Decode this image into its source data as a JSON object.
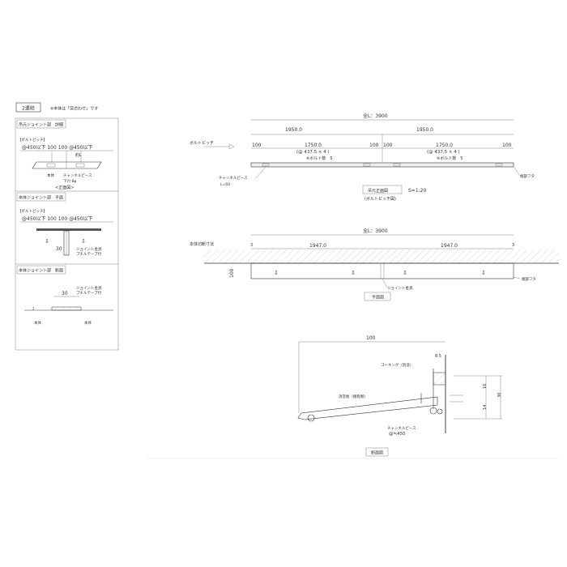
{
  "left_panel": {
    "joint_count": "2連結",
    "note": "※本体は「突合わせ」です",
    "detail1": {
      "title": "吊元ジョイント部　詳細",
      "pitch_label": "【ボルトピッチ】",
      "pitch_values": "@450以下 100 100 @450以下",
      "dim": "約L",
      "body": "本体",
      "channel": "チャンネルピース",
      "hole": "下穴:8φ",
      "view": "<正面図>"
    },
    "detail2": {
      "title": "本体ジョイント部　平面",
      "pitch_label": "【ボルトピッチ】",
      "pitch_values": "@450以下 100 100 @450以下",
      "dim": "30",
      "joint": "ジョイント金具",
      "tape": "ブチルテープ付"
    },
    "detail3": {
      "title": "本体ジョイント部　断面",
      "dim": "30",
      "joint": "ジョイント金具",
      "tape": "ブチルテープ付",
      "body_left": "本体",
      "body_right": "本体",
      "small_dim": "2"
    }
  },
  "front_view": {
    "total": "全L：3900",
    "half": [
      "1950.0",
      "1950.0"
    ],
    "edge": "100",
    "span": "1750.0",
    "pitch": "(@ 437.5 × 4 )",
    "bolts": "※ボルト数　5",
    "bolt_pitch_label": "ボルトピッチ",
    "channel": "チャンネルピース",
    "channel_len": "L=60",
    "end_cap": "端部フタ",
    "title": "吊元正面図",
    "scale": "S=1:20",
    "subtitle": "(ボルトピッチ図)"
  },
  "plan_view": {
    "total": "全L：3900",
    "cut_label": "本体切断寸法",
    "gap": "3",
    "half": [
      "1947.0",
      "1947.0"
    ],
    "depth": "100",
    "joint": "ジョイント金具",
    "end_cap": "端部フタ",
    "title": "平面図"
  },
  "section_view": {
    "width": "100",
    "gap": "8.5",
    "caulking": "コーキング（別途）",
    "plate": "消音板（樹脂製）",
    "dim_upper": "16",
    "dim_lower": "14",
    "dim_total": "30",
    "channel": "チャンネルピース",
    "pitch": "@≒450",
    "title": "断面図"
  }
}
